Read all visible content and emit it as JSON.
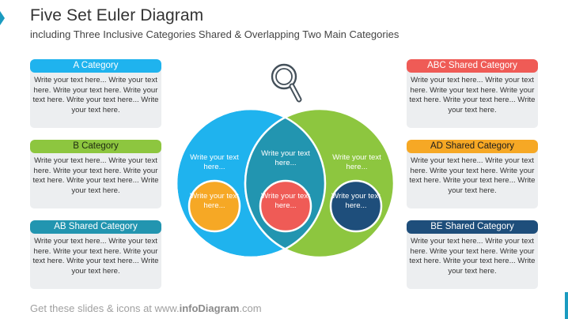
{
  "header": {
    "title": "Five Set Euler Diagram",
    "subtitle": "including Three Inclusive Categories Shared & Overlapping Two Main Categories"
  },
  "cards": {
    "a": {
      "label": "A Category",
      "text": "Write your text here... Write your text here. Write your text here. Write your text here. Write your text here... Write your text here."
    },
    "b": {
      "label": "B Category",
      "text": "Write your text here... Write your text here. Write your text here. Write your text here. Write your text here... Write your text here."
    },
    "ab": {
      "label": "AB Shared Category",
      "text": "Write your text here... Write your text here. Write your text here. Write your text here. Write your text here... Write your text here."
    },
    "abc": {
      "label": "ABC Shared Category",
      "text": "Write your text here... Write your text here. Write your text here. Write your text here. Write your text here... Write your text here."
    },
    "ad": {
      "label": "AD Shared Category",
      "text": "Write your text here... Write your text here. Write your text here. Write your text here. Write your text here... Write your text here."
    },
    "be": {
      "label": "BE Shared Category",
      "text": "Write your text here... Write your text here. Write your text here. Write your text here. Write your text here... Write your text here."
    }
  },
  "diagram": {
    "left_label": "Write your text here...",
    "center_label": "Write your text here...",
    "right_label": "Write your text here...",
    "small_left_label": "Write your text here...",
    "small_center_label": "Write your text here...",
    "small_right_label": "Write your text here...",
    "icon": "magnifier-icon",
    "colors": {
      "circle_a": "#1fb3ee",
      "circle_b": "#8dc63f",
      "overlap": "#2295b0",
      "small_a": "#f6a825",
      "small_ab": "#ef5b56",
      "small_b": "#1e4e7b"
    }
  },
  "footer": {
    "prefix": "Get these slides & icons at www.",
    "brand": "infoDiagram",
    "suffix": ".com"
  }
}
